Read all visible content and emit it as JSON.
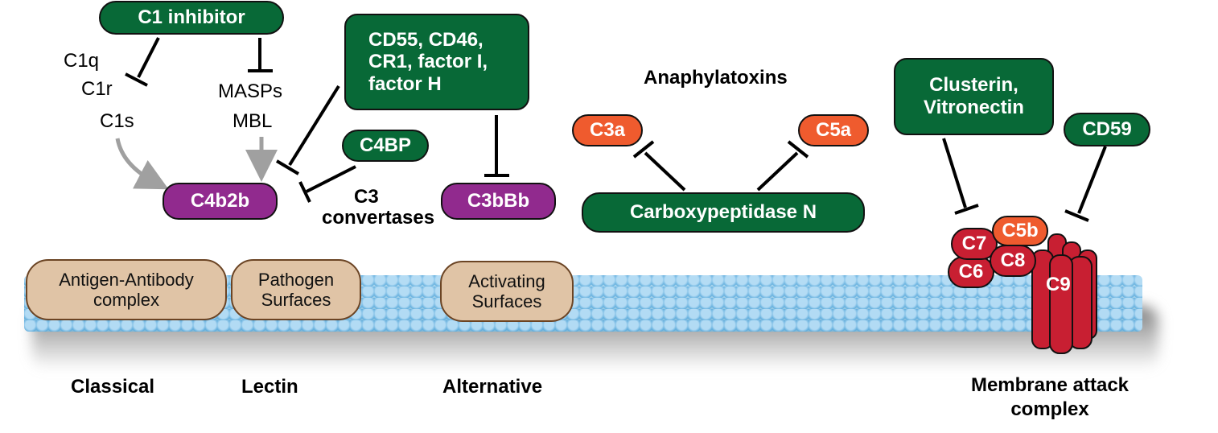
{
  "title": "Complement system regulators",
  "colors": {
    "regulator": "#086937",
    "convertase": "#912a8e",
    "anaphylatoxin": "#ef5b2e",
    "mac_component": "#c81f32",
    "surface": "#e0c4a6",
    "activation_arrow": "#a0a0a0",
    "membrane": "#7db8d8"
  },
  "regulators": {
    "c1_inhibitor": "C1 inhibitor",
    "cd55_group": [
      "CD55, CD46,",
      "CR1, factor I,",
      "factor H"
    ],
    "c4bp": "C4BP",
    "carboxypeptidase_n": "Carboxypeptidase N",
    "clusterin_group": [
      "Clusterin,",
      "Vitronectin"
    ],
    "cd59": "CD59"
  },
  "classical_components": [
    "C1q",
    "C1r",
    "C1s"
  ],
  "lectin_components": [
    "MASPs",
    "MBL"
  ],
  "convertases": {
    "classical_lectin": "C4b2b",
    "alternative": "C3bBb",
    "label": [
      "C3",
      "convertases"
    ]
  },
  "anaphylatoxins": {
    "heading": "Anaphylatoxins",
    "items": [
      "C3a",
      "C5a"
    ]
  },
  "mac": {
    "components": [
      "C7",
      "C5b",
      "C6",
      "C8",
      "C9"
    ],
    "label": [
      "Membrane attack",
      "complex"
    ]
  },
  "surfaces": [
    [
      "Antigen-Antibody",
      "complex"
    ],
    [
      "Pathogen",
      "Surfaces"
    ],
    [
      "Activating",
      "Surfaces"
    ]
  ],
  "pathways": [
    "Classical",
    "Lectin",
    "Alternative"
  ]
}
